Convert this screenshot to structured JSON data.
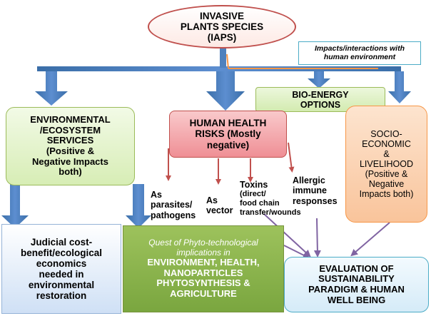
{
  "diagram": {
    "root": {
      "line1": "INVASIVE",
      "line2": "PLANTS SPECIES",
      "line3": "(IAPS)"
    },
    "impacts_note": {
      "line1": "Impacts/interactions with",
      "line2": "human environment"
    },
    "bioenergy": {
      "line1": "BIO-ENERGY",
      "line2": "OPTIONS"
    },
    "environmental": {
      "line1": "ENVIRONMENTAL",
      "line2": "/ECOSYSTEM",
      "line3": "SERVICES",
      "line4": "(Positive &",
      "line5": "Negative Impacts",
      "line6": "both)"
    },
    "human_health": {
      "line1": "HUMAN HEALTH",
      "line2": "RISKS (Mostly",
      "line3": "negative)"
    },
    "socio": {
      "line1": "SOCIO-",
      "line2": "ECONOMIC",
      "line3": "&",
      "line4": "LIVELIHOOD",
      "line5": "(Positive &",
      "line6": "Negative",
      "line7": "Impacts both)"
    },
    "health_branches": {
      "parasites": {
        "line1": "As",
        "line2": "parasites/",
        "line3": "pathogens"
      },
      "vector": {
        "line1": "As",
        "line2": "vector"
      },
      "toxins": {
        "line1": "Toxins",
        "line2": "(direct/",
        "line3": "food chain",
        "line4": "transfer/wounds"
      },
      "allergic": {
        "line1": "Allergic",
        "line2": "immune",
        "line3": "responses"
      }
    },
    "judicial": {
      "line1": "Judicial cost-",
      "line2": "benefit/ecological",
      "line3": "economics",
      "line4": "needed  in",
      "line5": "environmental",
      "line6": "restoration"
    },
    "phyto": {
      "line1": "Quest of Phyto-technological",
      "line2": "implications in",
      "line3": "ENVIRONMENT, HEALTH,",
      "line4": "NANOPARTICLES",
      "line5": "PHYTOSYNTHESIS &",
      "line6": "AGRICULTURE"
    },
    "evaluation": {
      "line1": "EVALUATION OF",
      "line2": "SUSTAINABILITY",
      "line3": "PARADIGM & HUMAN",
      "line4": "WELL BEING"
    }
  },
  "colors": {
    "blue_arrow": "#4f81bd",
    "red_arrow": "#c0504d",
    "purple_line": "#8064a2",
    "root_fill": "#fde9e4",
    "green_fill": "#dff2c0",
    "pink_fill": "#f4a3a8",
    "peach_fill": "#fbd4b4",
    "lightblue_fill": "#dbe8f8",
    "olive_fill": "#8db54c",
    "cyan_fill": "#e3f1fb"
  }
}
